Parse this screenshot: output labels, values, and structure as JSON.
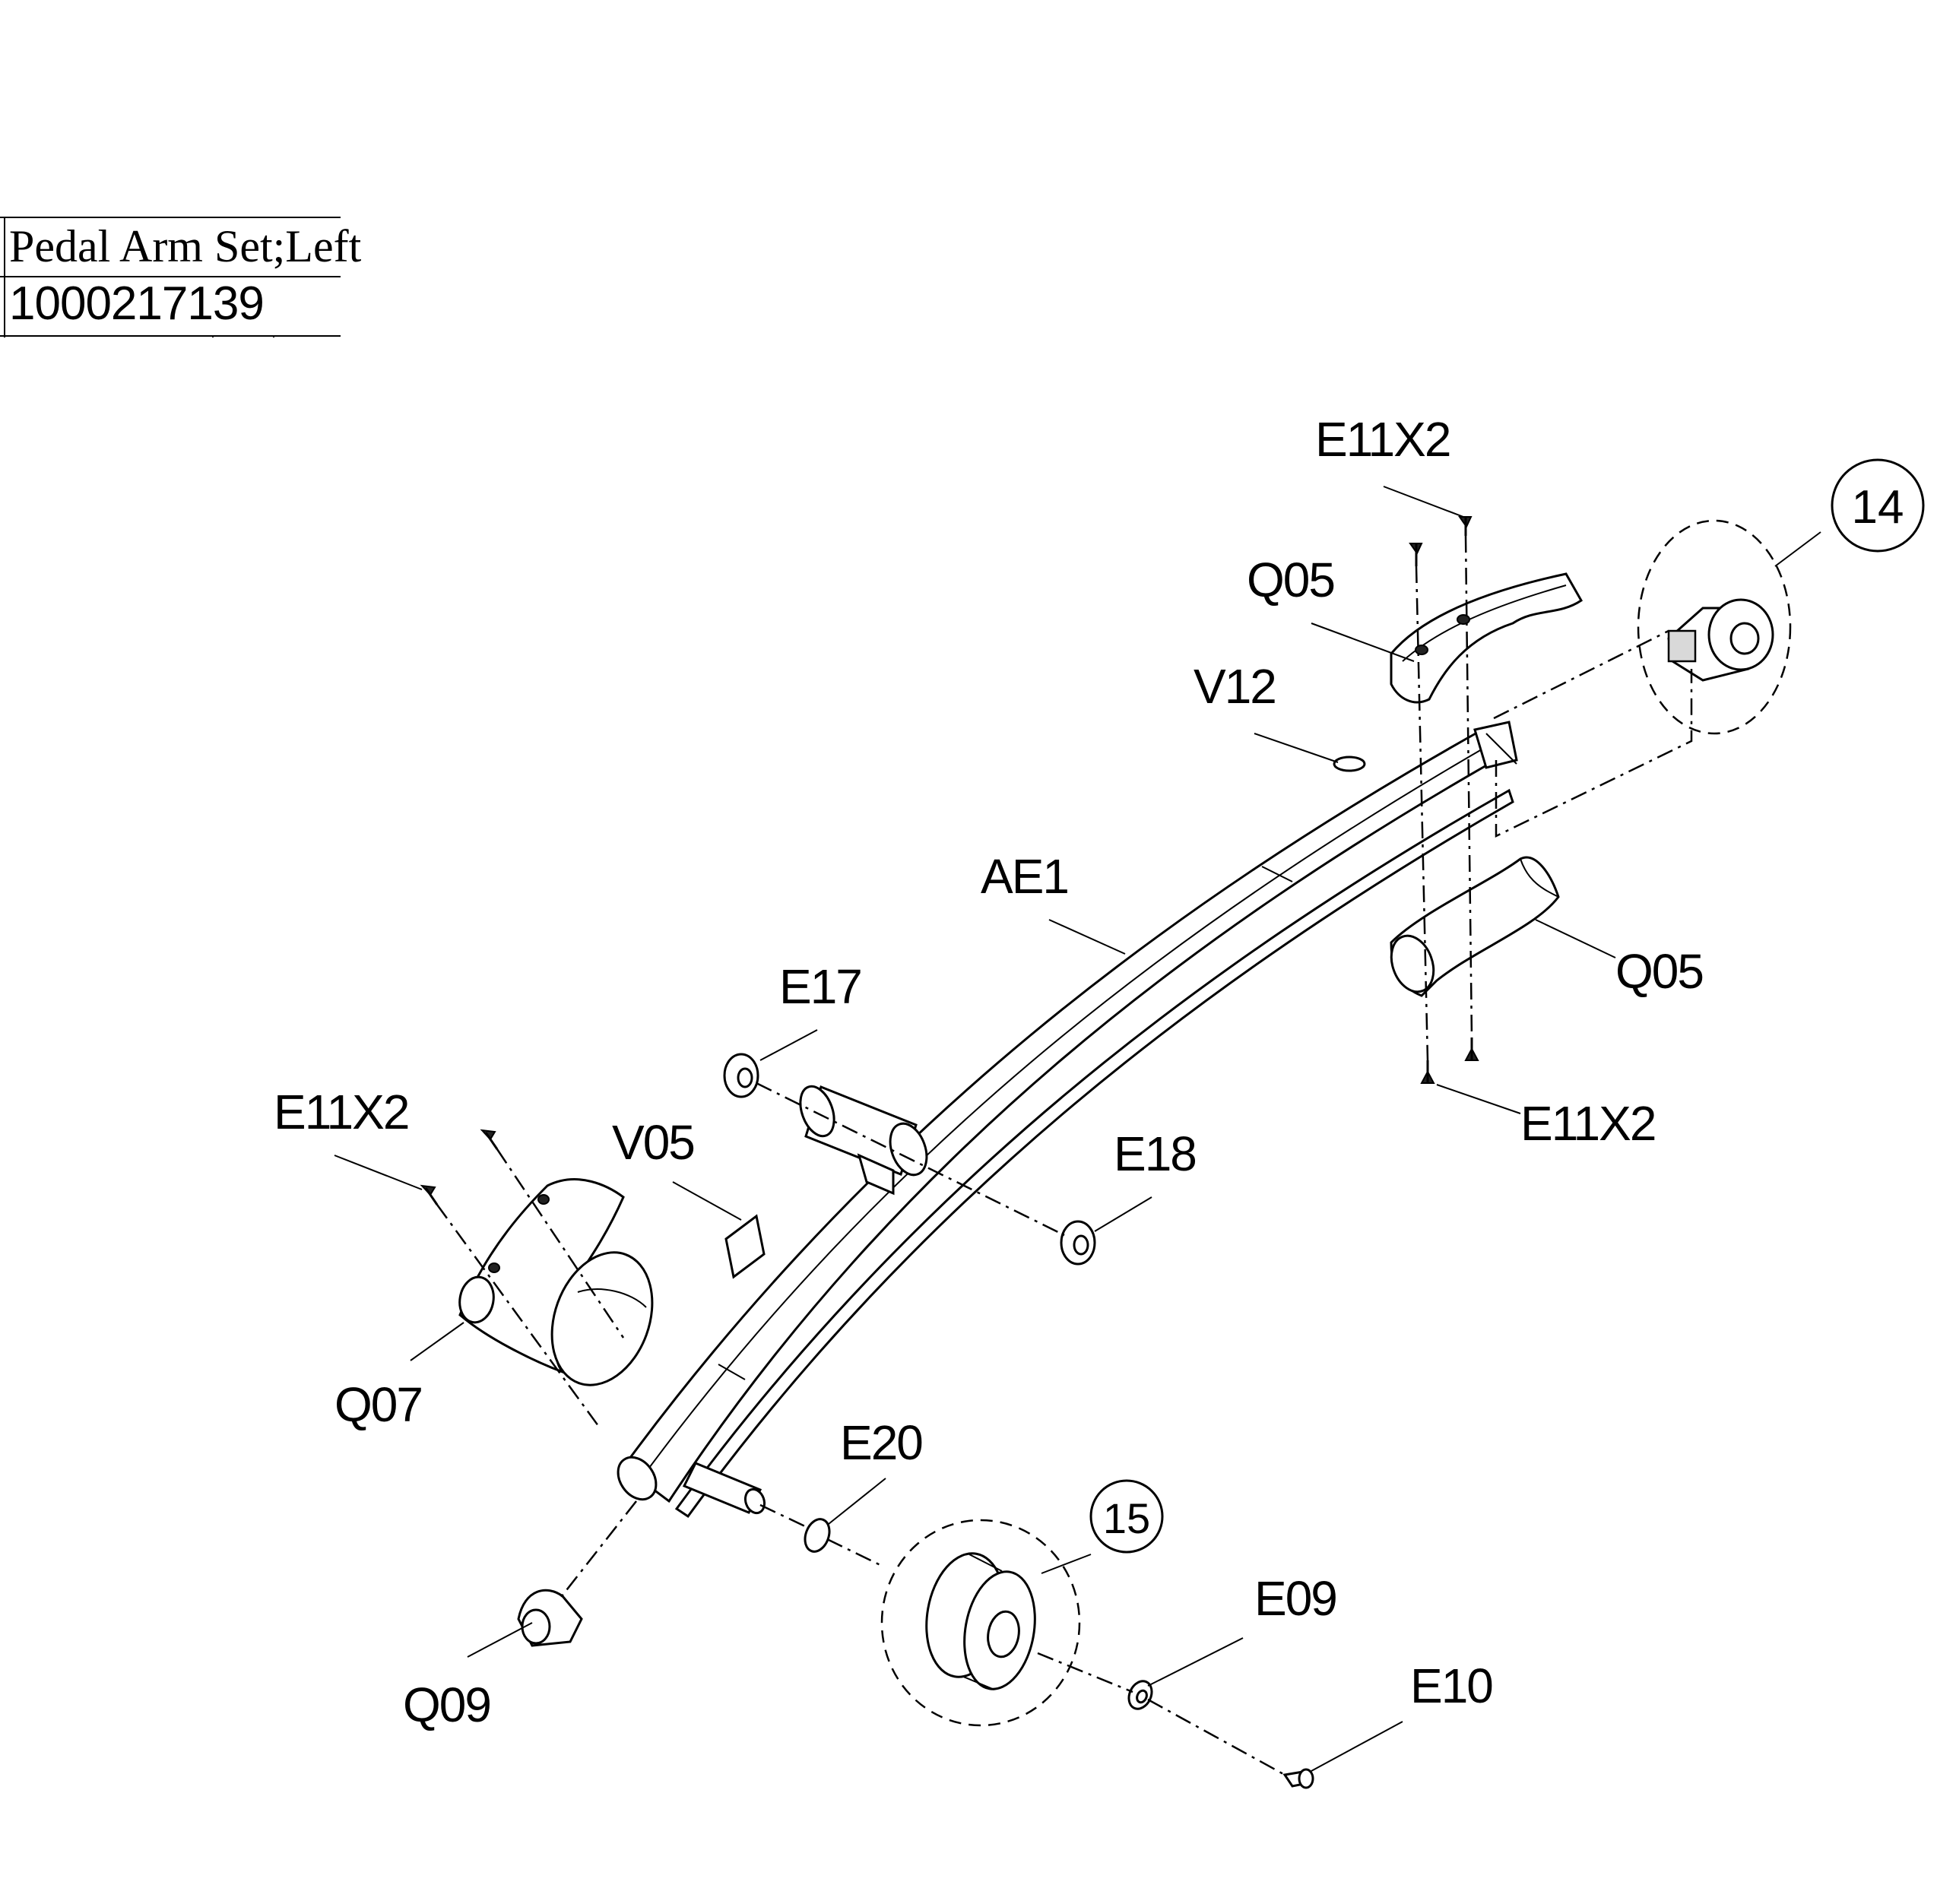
{
  "title_block": {
    "name": "Pedal Arm Set;Left",
    "part_number": "1000217139"
  },
  "callouts": {
    "e11x2_top": "E11X2",
    "q05_top": "Q05",
    "v12": "V12",
    "ae1": "AE1",
    "q05_bottom": "Q05",
    "e11x2_right": "E11X2",
    "e17": "E17",
    "e18": "E18",
    "e11x2_left": "E11X2",
    "v05": "V05",
    "q07": "Q07",
    "e20": "E20",
    "q09": "Q09",
    "e09": "E09",
    "e10": "E10"
  },
  "subassemblies": {
    "crank_connector": "14",
    "wheel": "15"
  }
}
